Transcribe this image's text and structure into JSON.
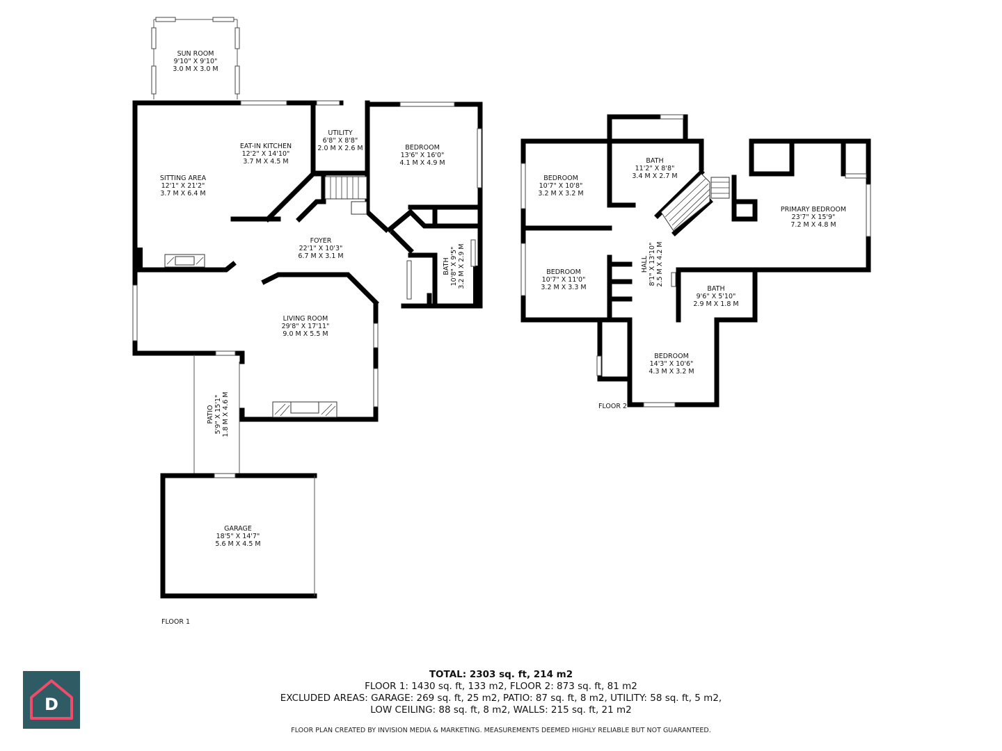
{
  "floors": [
    {
      "label": "FLOOR 1",
      "rooms": [
        {
          "id": "sun-room",
          "name": "SUN ROOM",
          "dims": "9'10\" X 9'10\"",
          "metric": "3.0 M X 3.0 M"
        },
        {
          "id": "eat-in-kitchen",
          "name": "EAT-IN KITCHEN",
          "dims": "12'2\" X 14'10\"",
          "metric": "3.7 M X 4.5 M"
        },
        {
          "id": "utility",
          "name": "UTILITY",
          "dims": "6'8\" X 8'8\"",
          "metric": "2.0 M X 2.6 M"
        },
        {
          "id": "bedroom-f1",
          "name": "BEDROOM",
          "dims": "13'6\" X 16'0\"",
          "metric": "4.1 M X 4.9 M"
        },
        {
          "id": "sitting-area",
          "name": "SITTING AREA",
          "dims": "12'1\" X 21'2\"",
          "metric": "3.7 M X 6.4 M"
        },
        {
          "id": "foyer",
          "name": "FOYER",
          "dims": "22'1\" X 10'3\"",
          "metric": "6.7 M X 3.1 M"
        },
        {
          "id": "bath-f1",
          "name": "BATH",
          "dims": "10'8\" X 9'5\"",
          "metric": "3.2 M X 2.9 M"
        },
        {
          "id": "living-room",
          "name": "LIVING ROOM",
          "dims": "29'8\" X 17'11\"",
          "metric": "9.0 M X 5.5 M"
        },
        {
          "id": "patio",
          "name": "PATIO",
          "dims": "5'9\" X 15'1\"",
          "metric": "1.8 M X 4.6 M"
        },
        {
          "id": "garage",
          "name": "GARAGE",
          "dims": "18'5\" X 14'7\"",
          "metric": "5.6 M X 4.5 M"
        }
      ]
    },
    {
      "label": "FLOOR 2",
      "rooms": [
        {
          "id": "bedroom-f2-a",
          "name": "BEDROOM",
          "dims": "10'7\" X 10'8\"",
          "metric": "3.2 M X 3.2 M"
        },
        {
          "id": "bath-f2-a",
          "name": "BATH",
          "dims": "11'2\" X 8'8\"",
          "metric": "3.4 M X 2.7 M"
        },
        {
          "id": "primary-bedroom",
          "name": "PRIMARY BEDROOM",
          "dims": "23'7\" X 15'9\"",
          "metric": "7.2 M X 4.8 M"
        },
        {
          "id": "bedroom-f2-b",
          "name": "BEDROOM",
          "dims": "10'7\" X 11'0\"",
          "metric": "3.2 M X 3.3 M"
        },
        {
          "id": "hall",
          "name": "HALL",
          "dims": "8'1\" X 13'10\"",
          "metric": "2.5 M X 4.2 M"
        },
        {
          "id": "bath-f2-b",
          "name": "BATH",
          "dims": "9'6\" X 5'10\"",
          "metric": "2.9 M X 1.8 M"
        },
        {
          "id": "bedroom-f2-c",
          "name": "BEDROOM",
          "dims": "14'3\" X 10'6\"",
          "metric": "4.3 M X 3.2 M"
        }
      ]
    }
  ],
  "summary": {
    "total": "TOTAL: 2303 sq. ft, 214 m2",
    "floors_line": "FLOOR 1: 1430 sq. ft, 133 m2, FLOOR 2: 873 sq. ft, 81 m2",
    "excluded_line": "EXCLUDED AREAS: GARAGE: 269 sq. ft, 25 m2, PATIO: 87 sq. ft, 8 m2, UTILITY: 58 sq. ft, 5 m2,",
    "low_ceiling_line": "LOW CEILING: 88 sq. ft, 8 m2, WALLS: 215 sq. ft, 21 m2"
  },
  "disclaimer": "FLOOR PLAN CREATED BY INVISION MEDIA & MARKETING. MEASUREMENTS DEEMED HIGHLY RELIABLE BUT NOT GUARANTEED.",
  "logo": {
    "letter": "D",
    "icon": "house-d-logo",
    "colors": {
      "background": "#2f5c64",
      "house": "#f04c6a",
      "letter": "#ffffff"
    }
  }
}
